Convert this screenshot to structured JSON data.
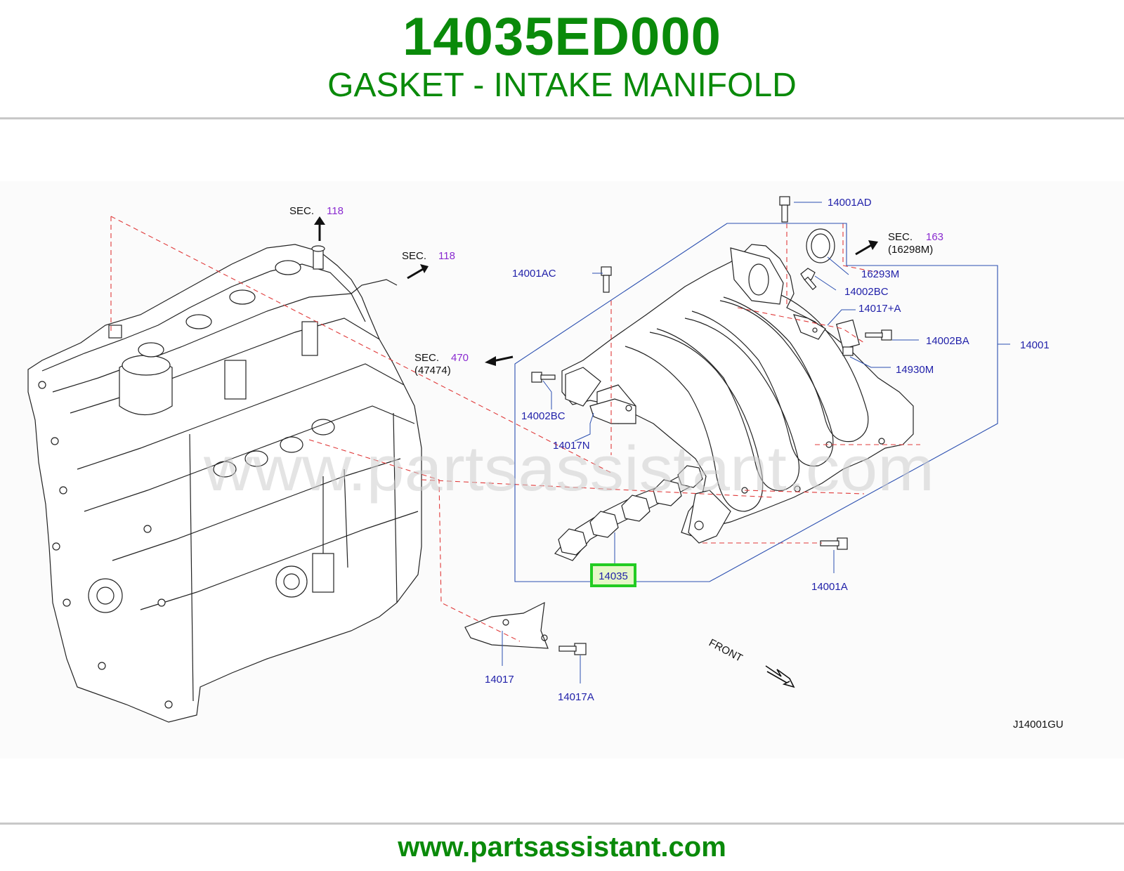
{
  "header": {
    "part_number": "14035ED000",
    "part_name": "GASKET - INTAKE MANIFOLD"
  },
  "footer": {
    "url": "www.partsassistant.com"
  },
  "diagram": {
    "watermark": "www.partsassistant.com",
    "diagram_code": "J14001GU",
    "front_label": "FRONT",
    "highlighted_callout": "14035",
    "colors": {
      "brand_green": "#0a8a0a",
      "callout_blue": "#2222aa",
      "section_purple": "#8a2bd0",
      "highlight_green": "#22cc22",
      "highlight_fill": "#e6f7c8",
      "dashed_red": "#e03a3a"
    },
    "section_refs": [
      {
        "prefix": "SEC.",
        "number": "118",
        "sub": ""
      },
      {
        "prefix": "SEC.",
        "number": "118",
        "sub": ""
      },
      {
        "prefix": "SEC.",
        "number": "470",
        "sub": "(47474)"
      },
      {
        "prefix": "SEC.",
        "number": "163",
        "sub": "(16298M)"
      }
    ],
    "callouts": [
      "14001AD",
      "14001AC",
      "16293M",
      "14002BC",
      "14017+A",
      "14002BA",
      "14001",
      "14930M",
      "14002BC",
      "14017N",
      "14001A",
      "14017",
      "14017A"
    ]
  }
}
